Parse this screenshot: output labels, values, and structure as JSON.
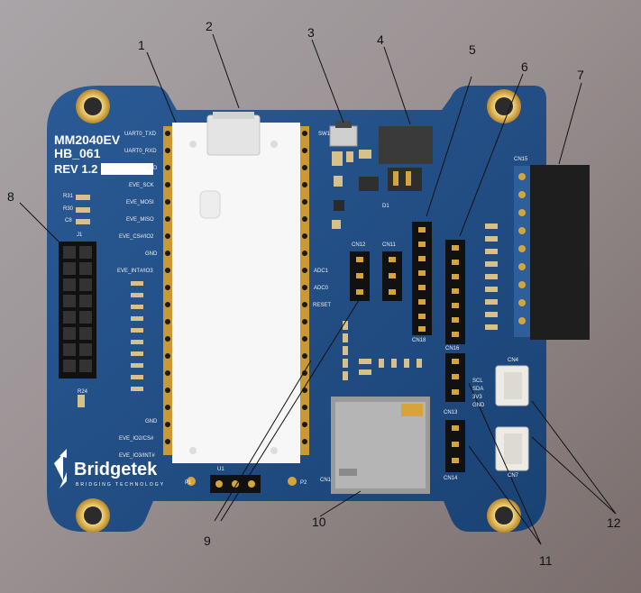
{
  "board": {
    "model": "MM2040EV",
    "part": "HB_061",
    "revision": "REV 1.2",
    "brand": "Bridgetek",
    "tagline": "BRIDGING TECHNOLOGY"
  },
  "callouts": [
    "1",
    "2",
    "3",
    "4",
    "5",
    "6",
    "7",
    "8",
    "9",
    "10",
    "11",
    "12"
  ],
  "left_header_labels": [
    "UART0_TXD",
    "UART0_RXD",
    "GND",
    "EVE_SCK",
    "EVE_MOSI",
    "EVE_MISO",
    "EVE_CS#/IO2",
    "GND",
    "EVE_INT#/IO3",
    "GND",
    "EVE_IO2/CS#",
    "EVE_IO3/INT#"
  ],
  "component_refs": {
    "j1": "J1",
    "u1": "U1",
    "p1": "P1",
    "p2": "P2",
    "d1": "D1",
    "cn12": "CN12",
    "cn11": "CN11",
    "cn18": "CN18",
    "cn16": "CN16",
    "cn15": "CN15",
    "cn13": "CN13",
    "cn14": "CN14",
    "cn4": "CN4",
    "cn7": "CN7",
    "cn1": "CN1",
    "r31": "R31",
    "r30": "R30",
    "c8": "C8",
    "r24": "R24",
    "reset": "RESET",
    "sw1": "SW1",
    "adc1": "ADC1",
    "adc0": "ADC0"
  },
  "i2c_labels": [
    "SCL",
    "SDA",
    "3V3",
    "GND"
  ],
  "colors": {
    "pcb": "#1f4e86",
    "pcb_dark": "#183f70",
    "gold": "#d6a53a",
    "silkscreen": "#ffffff"
  }
}
